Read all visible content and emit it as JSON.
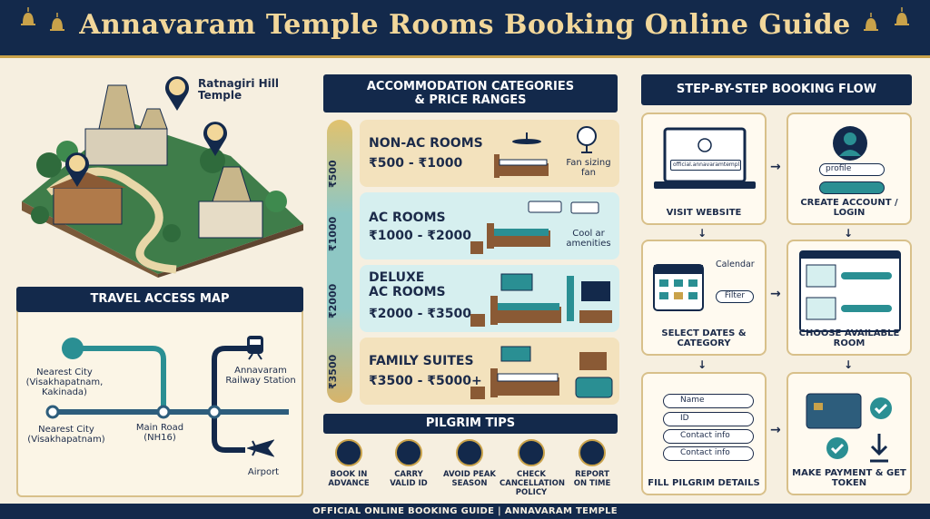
{
  "header": {
    "title": "Annavaram Temple Rooms Booking Online Guide"
  },
  "temple": {
    "label_line1": "Ratnagiri Hill",
    "label_line2": "Temple"
  },
  "travel_map": {
    "title": "TRAVEL ACCESS MAP",
    "nearest_city_1_line1": "Nearest City",
    "nearest_city_1_line2": "(Visakhapatnam,",
    "nearest_city_1_line3": "Kakinada)",
    "nearest_city_2_line1": "Nearest City",
    "nearest_city_2_line2": "(Visakhapatnam)",
    "main_road_line1": "Main Road",
    "main_road_line2": "(NH16)",
    "railway_line1": "Annavaram",
    "railway_line2": "Railway Station",
    "airport": "Airport"
  },
  "accommodation": {
    "title_line1": "ACCOMMODATION CATEGORIES",
    "title_line2": "& PRICE RANGES",
    "scale": [
      "₹500",
      "₹1000",
      "₹2000",
      "₹3500"
    ],
    "rows": [
      {
        "title": "NON-AC ROOMS",
        "title2": "",
        "price": "₹500 - ₹1000",
        "note": "Fan sizing fan",
        "color": "#f3e2bd"
      },
      {
        "title": "AC ROOMS",
        "title2": "",
        "price": "₹1000 - ₹2000",
        "note": "Cool ar amenities",
        "color": "#d6efef"
      },
      {
        "title": "DELUXE",
        "title2": "AC ROOMS",
        "price": "₹2000 - ₹3500",
        "note": "",
        "color": "#d6efef"
      },
      {
        "title": "FAMILY SUITES",
        "title2": "",
        "price": "₹3500 - ₹5000+",
        "note": "",
        "color": "#f3e2bd"
      }
    ]
  },
  "tips": {
    "title": "PILGRIM TIPS",
    "items": [
      {
        "line1": "BOOK IN",
        "line2": "ADVANCE",
        "line3": ""
      },
      {
        "line1": "CARRY",
        "line2": "VALID ID",
        "line3": ""
      },
      {
        "line1": "AVOID PEAK",
        "line2": "SEASON",
        "line3": ""
      },
      {
        "line1": "CHECK",
        "line2": "CANCELLATION",
        "line3": "POLICY"
      },
      {
        "line1": "REPORT",
        "line2": "ON TIME",
        "line3": ""
      }
    ]
  },
  "booking": {
    "title": "STEP-BY-STEP BOOKING FLOW",
    "steps": [
      "VISIT WEBSITE",
      "CREATE ACCOUNT / LOGIN",
      "SELECT DATES & CATEGORY",
      "CHOOSE AVAILABLE ROOM",
      "FILL PILGRIM DETAILS",
      "MAKE PAYMENT & GET TOKEN"
    ],
    "website_url": "official.annavaramtempl.in",
    "profile_label": "profile",
    "calendar_label": "Calendar",
    "filter_label": "Filter",
    "fields": [
      "Name",
      "ID",
      "Contact info",
      "Contact info"
    ]
  },
  "footer": {
    "text": "OFFICIAL ONLINE BOOKING GUIDE | ANNAVARAM TEMPLE"
  },
  "colors": {
    "navy": "#13294b",
    "gold": "#c9a24a",
    "teal": "#2a8f93",
    "cream": "#f6efe0"
  }
}
